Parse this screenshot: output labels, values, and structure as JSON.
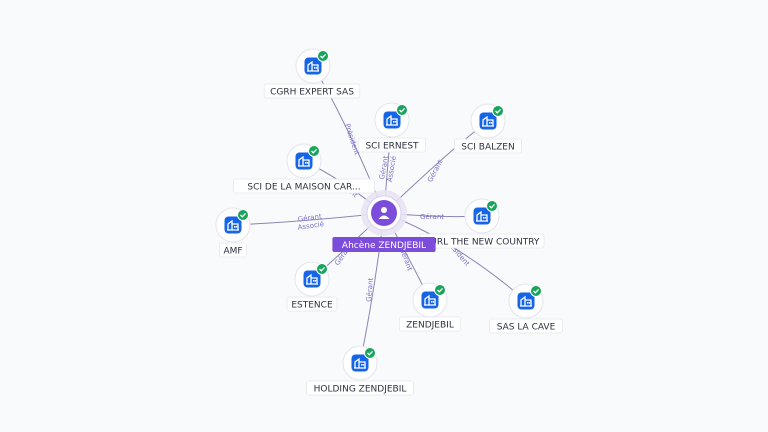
{
  "colors": {
    "center_fill": "#7c4ddb",
    "company_icon": "#1565e6",
    "check_badge": "#19a35b",
    "edge": "#8a86b6",
    "edge_label": "#7a74c8",
    "label_text": "#2c3140"
  },
  "center": {
    "name": "Ahcène ZENDJEBIL",
    "icon": "person-icon"
  },
  "nodes": [
    {
      "id": "cgrh",
      "label": "CGRH EXPERT SAS",
      "icon": "building-icon",
      "badge": "check-icon",
      "relations": [
        "Président"
      ]
    },
    {
      "id": "ernest",
      "label": "SCI ERNEST",
      "icon": "building-icon",
      "badge": "check-icon",
      "relations": [
        "Gérant",
        "Associé"
      ]
    },
    {
      "id": "balzen",
      "label": "SCI BALZEN",
      "icon": "building-icon",
      "badge": "check-icon",
      "relations": [
        "Gérant"
      ]
    },
    {
      "id": "maison",
      "label": "SCI DE LA MAISON CAR...",
      "icon": "building-icon",
      "badge": "check-icon",
      "relations": [
        "Gérant"
      ]
    },
    {
      "id": "amf",
      "label": "AMF",
      "icon": "building-icon",
      "badge": "check-icon",
      "relations": [
        "Gérant",
        "Associé"
      ]
    },
    {
      "id": "newcountry",
      "label": "EURL THE NEW COUNTRY",
      "icon": "building-icon",
      "badge": "check-icon",
      "relations": [
        "Gérant"
      ]
    },
    {
      "id": "estence",
      "label": "ESTENCE",
      "icon": "building-icon",
      "badge": "check-icon",
      "relations": [
        "Gérant"
      ]
    },
    {
      "id": "zendjebil",
      "label": "ZENDJEBIL",
      "icon": "building-icon",
      "badge": "check-icon",
      "relations": [
        "Gérant"
      ]
    },
    {
      "id": "lacave",
      "label": "SAS LA CAVE",
      "icon": "building-icon",
      "badge": "check-icon",
      "relations": [
        "Président"
      ]
    },
    {
      "id": "holding",
      "label": "HOLDING ZENDJEBIL",
      "icon": "building-icon",
      "badge": "check-icon",
      "relations": [
        "Gérant"
      ]
    }
  ]
}
